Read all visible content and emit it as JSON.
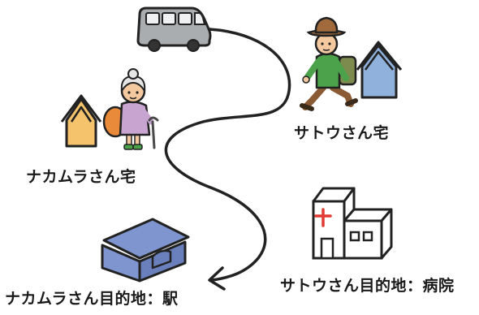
{
  "labels": {
    "sato_home": "サトウさん宅",
    "nakamura_home": "ナカムラさん宅",
    "sato_destination": "サトウさん目的地：病院",
    "nakamura_destination": "ナカムラさん目的地：駅"
  },
  "icons": {
    "vehicle": "van-icon",
    "traveler_sato": "hiker-man-icon",
    "traveler_nakamura": "elderly-woman-with-cane-icon",
    "sato_house": "house-blue-icon",
    "nakamura_house": "house-yellow-icon",
    "hospital": "hospital-icon",
    "station": "station-icon",
    "route": "route-path-arrow"
  },
  "colors": {
    "van_body": "#a9adb0",
    "van_window": "#eef0f1",
    "house_blue": "#8fb1dc",
    "house_yellow": "#f4c36b",
    "station": "#7f95cf",
    "jacket_green": "#4ca24a",
    "backpack_orange": "#e98a3a",
    "hat_brown": "#a06a3d",
    "woman_dress": "#c8a4d0",
    "hospital_cross": "#e03a32",
    "outline": "#222222"
  }
}
